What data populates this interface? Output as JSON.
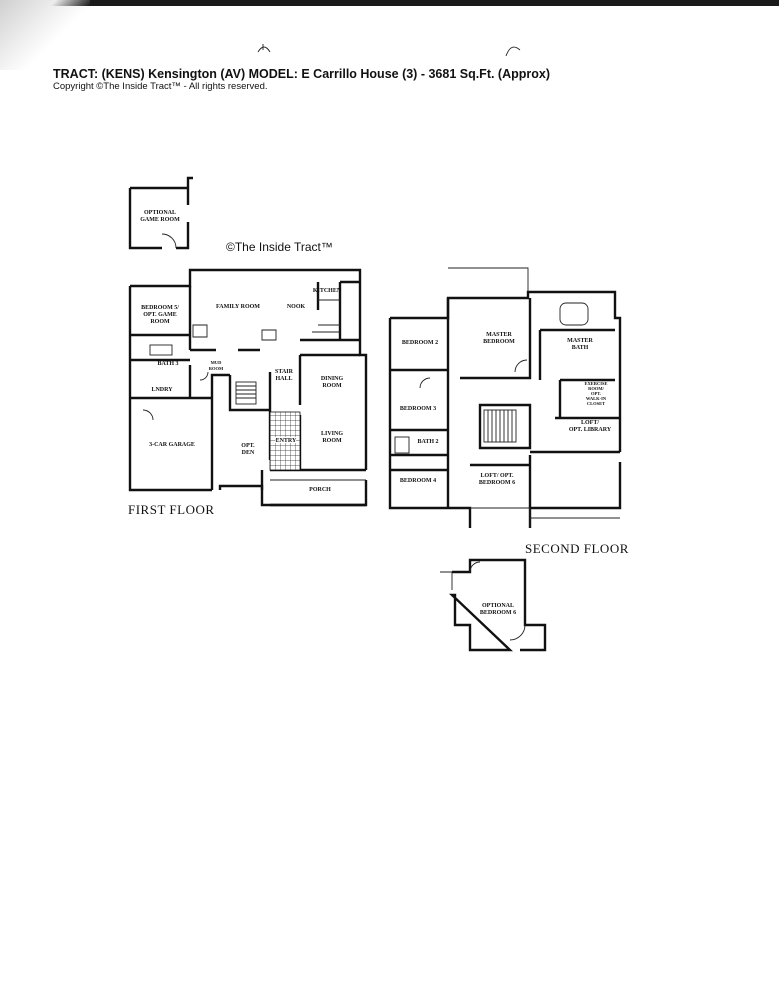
{
  "header": {
    "title": "TRACT: (KENS) Kensington (AV)  MODEL: E Carrillo House (3)  -  3681 Sq.Ft. (Approx)",
    "copyright": "Copyright  ©The Inside Tract™ - All rights reserved."
  },
  "watermark": "©The Inside Tract™",
  "floors": {
    "first": {
      "label": "FIRST FLOOR",
      "rooms": {
        "optional_game_room": [
          "OPTIONAL",
          "GAME ROOM"
        ],
        "bedroom5": [
          "BEDROOM 5/",
          "OPT. GAME",
          "ROOM"
        ],
        "family_room": "FAMILY ROOM",
        "nook": "NOOK",
        "kitchen": "KITCHEN",
        "bath3": "BATH 3",
        "laundry": "LNDRY",
        "mud_room": [
          "MUD",
          "ROOM"
        ],
        "stair_hall": [
          "STAIR",
          "HALL"
        ],
        "dining_room": [
          "DINING",
          "ROOM"
        ],
        "garage": "3-CAR GARAGE",
        "den": [
          "OPT.",
          "DEN"
        ],
        "entry": "ENTRY",
        "living_room": [
          "LIVING",
          "ROOM"
        ],
        "porch": "PORCH"
      }
    },
    "second": {
      "label": "SECOND FLOOR",
      "rooms": {
        "bedroom2": "BEDROOM 2",
        "master_bedroom": [
          "MASTER",
          "BEDROOM"
        ],
        "master_bath": [
          "MASTER",
          "BATH"
        ],
        "bedroom3": "BEDROOM 3",
        "bath2": "BATH 2",
        "exercise": [
          "EXERCISE",
          "ROOM/",
          "OPT.",
          "WALK-IN",
          "CLOSET"
        ],
        "loft_library": [
          "LOFT/",
          "OPT. LIBRARY"
        ],
        "bedroom4": "BEDROOM 4",
        "loft_bedroom6": [
          "LOFT/ OPT.",
          "BEDROOM 6"
        ],
        "optional_bedroom6": [
          "OPTIONAL",
          "BEDROOM 6"
        ]
      }
    }
  }
}
